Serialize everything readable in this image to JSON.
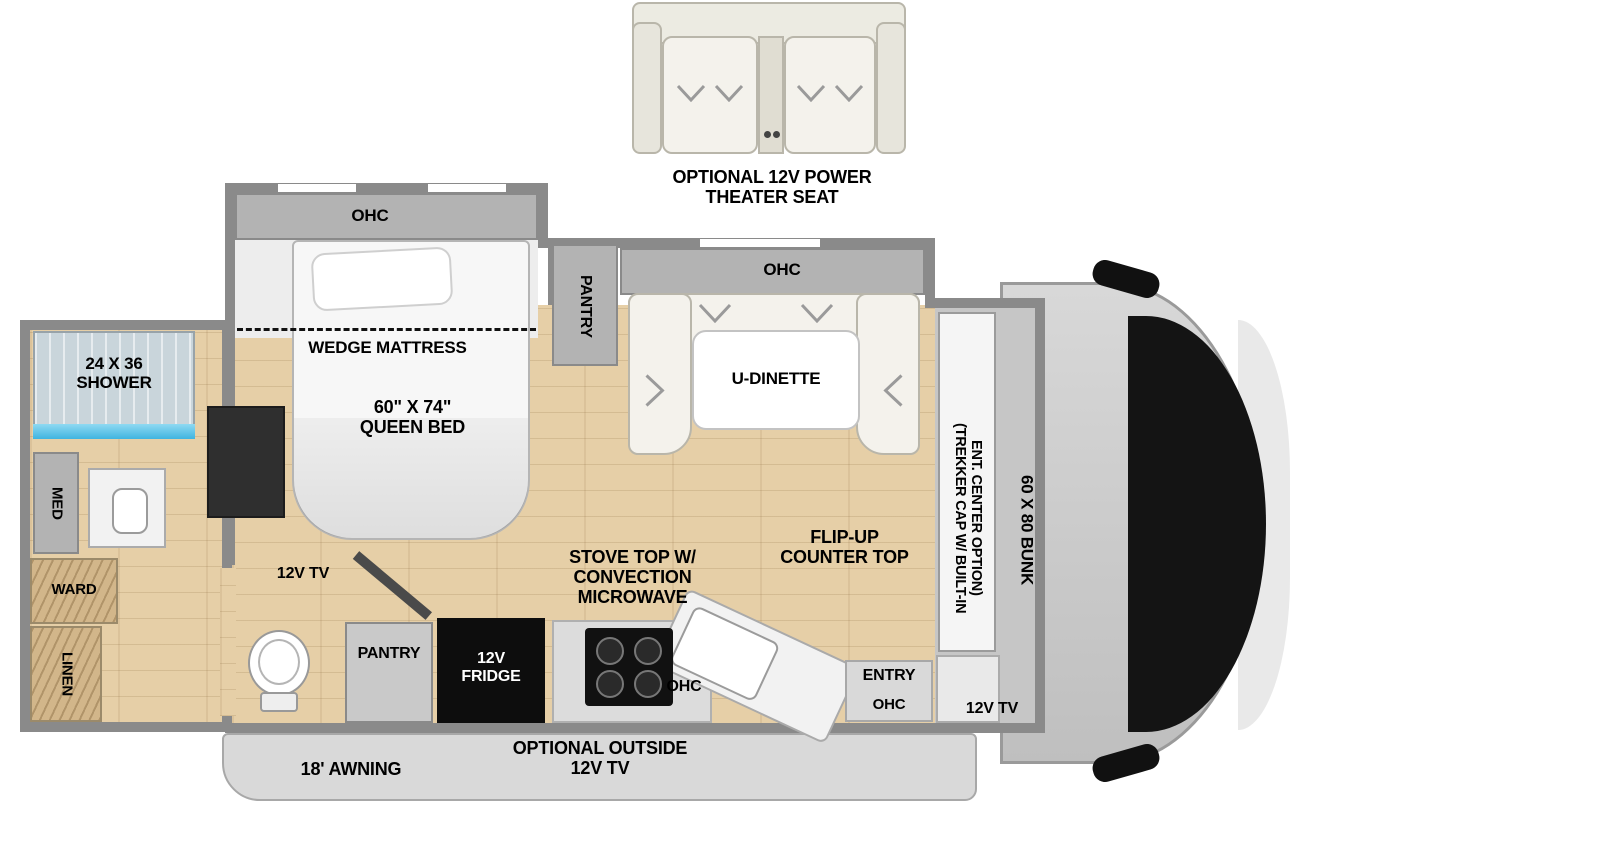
{
  "theater_seat": {
    "label": "OPTIONAL 12V POWER\nTHEATER SEAT"
  },
  "bedroom": {
    "ohc": "OHC",
    "wedge_mattress": "WEDGE MATTRESS",
    "queen_bed": "60\" X 74\"\nQUEEN BED",
    "tv": "12V TV"
  },
  "dinette": {
    "ohc": "OHC",
    "label": "U-DINETTE",
    "pantry": "PANTRY"
  },
  "bathroom": {
    "shower": "24 X 36\nSHOWER",
    "med": "MED",
    "ward": "WARD",
    "linen": "LINEN"
  },
  "kitchen": {
    "pantry": "PANTRY",
    "fridge": "12V\nFRIDGE",
    "stove": "STOVE TOP W/\nCONVECTION\nMICROWAVE",
    "flip_counter": "FLIP-UP\nCOUNTER TOP",
    "ohc": "OHC"
  },
  "entry": {
    "label": "ENTRY",
    "ohc": "OHC"
  },
  "cab": {
    "bunk": "60 X 80 BUNK",
    "trekker": "(TREKKER CAP W/ BUILT-IN\nENT. CENTER OPTION)",
    "tv": "12V TV"
  },
  "exterior": {
    "outside_tv": "OPTIONAL OUTSIDE\n12V TV",
    "awning": "18' AWNING"
  },
  "colors": {
    "wall": "#8a8a8a",
    "floor_wood": "#e6cfa7",
    "cabinet_gray": "#b3b3b3",
    "dark": "#141414",
    "shower_blue": "#52c0e6"
  }
}
